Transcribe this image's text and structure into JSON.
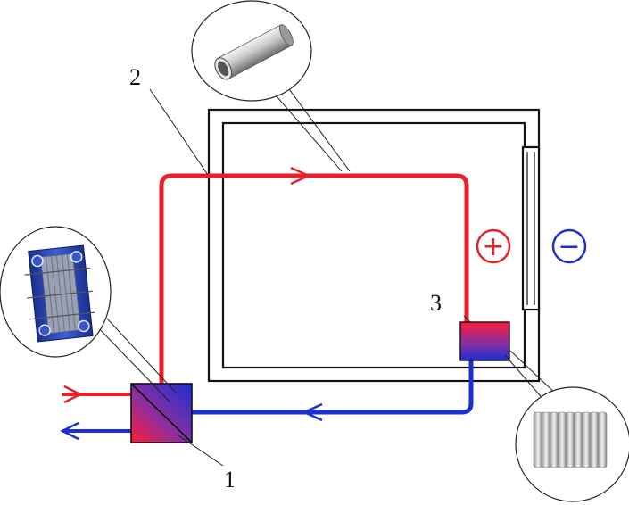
{
  "labels": {
    "heat_exchanger": "1",
    "pipe": "2",
    "radiator": "3"
  },
  "symbols": {
    "inside": "+",
    "outside": "−"
  },
  "colors": {
    "supply": "#e8202a",
    "return": "#1a2fd6",
    "outline": "#111111"
  }
}
